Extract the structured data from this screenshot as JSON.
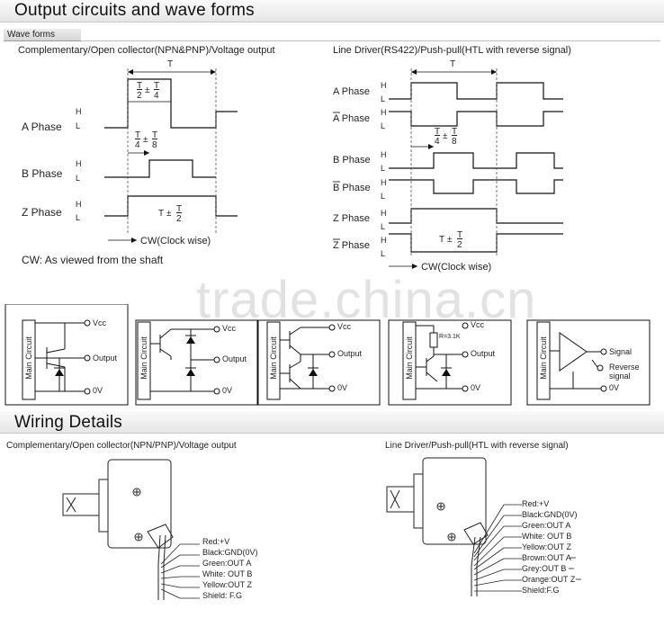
{
  "output": {
    "title": "Output circuits and wave forms",
    "tab_label": "Wave forms",
    "left_subtitle": "Complementary/Open collector(NPN&PNP)/Voltage output",
    "right_subtitle": "Line Driver(RS422)/Push-pull(HTL with reverse signal)",
    "phases_left": [
      "A Phase",
      "B Phase",
      "Z Phase"
    ],
    "phases_right": [
      "A Phase",
      "A Phase",
      "B Phase",
      "B Phase",
      "Z Phase",
      "Z Phase"
    ],
    "level_high": "H",
    "level_low": "L",
    "period": "T",
    "plus_minus": "±",
    "denom_2": "2",
    "denom_4": "4",
    "denom_8": "8",
    "cw_label": "CW(Clock wise)",
    "cw_note": "CW: As viewed from the shaft"
  },
  "circuits": {
    "vcc": "Vcc",
    "output": "Output",
    "zero_v": "0V",
    "main_circuit": "Main Circuit",
    "resistor": "R=3.1K",
    "signal": "Signal",
    "reverse": "Reverse",
    "signal2": "signal"
  },
  "watermark": "trade.china.cn",
  "wiring": {
    "title": "Wiring Details",
    "left_subtitle": "Complementary/Open collector(NPN/PNP)/Voltage output",
    "right_subtitle": "Line Driver/Push-pull(HTL with reverse signal)",
    "left_wires": [
      "Red:+V",
      "Black:GND(0V)",
      "Green:OUT A",
      "White: OUT B",
      "Yellow:OUT Z",
      "Shield: F.G"
    ],
    "right_wires": [
      "Red:+V",
      "Black:GND(0V)",
      "Green:OUT A",
      "White: OUT B",
      "Yellow:OUT Z",
      "Brown:OUT A",
      "Grey:OUT B",
      "Orange:OUT Z",
      "Shield:F.G"
    ]
  }
}
